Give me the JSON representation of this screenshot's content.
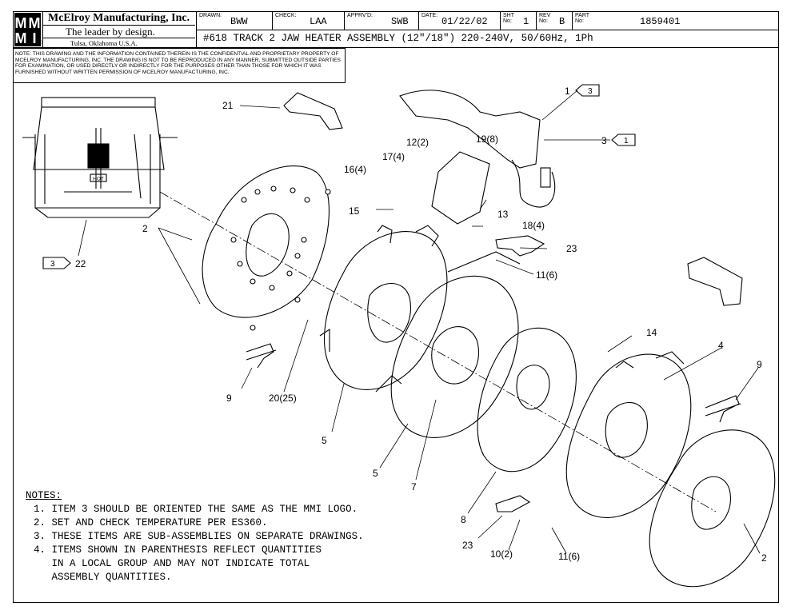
{
  "title_block": {
    "company": "McElroy Manufacturing, Inc.",
    "slogan": "The leader by design.",
    "location": "Tulsa, Oklahoma U.S.A.",
    "registered": "®",
    "logo_letters": [
      "M",
      "M",
      "M",
      "I"
    ],
    "drawn_label": "DRAWN:",
    "drawn": "BWW",
    "check_label": "CHECK:",
    "check": "LAA",
    "apprvd_label": "APPRV'D:",
    "apprvd": "SWB",
    "date_label": "DATE:",
    "date": "01/22/02",
    "sht_label": "SHT No:",
    "sht": "1",
    "rev_label": "REV No:",
    "rev": "B",
    "part_label": "PART No:",
    "part": "1859401",
    "description": "#618 TRACK 2 JAW HEATER ASSEMBLY (12\"/18\") 220-240V, 50/60Hz, 1Ph"
  },
  "notice": "NOTE: THIS DRAWING AND THE INFORMATION CONTAINED THEREIN IS THE CONFIDENTIAL AND PROPRIETARY PROPERTY OF McElroy Manufacturing, Inc. THE DRAWING IS NOT TO BE REPRODUCED IN ANY MANNER, SUBMITTED OUTSIDE PARTIES FOR EXAMINATION, OR USED DIRECTLY OR INDIRECTLY FOR THE PURPOSES OTHER THAN THOSE FOR WHICH IT WAS FURNISHED WITHOUT WRITTEN PERMISSION OF McElroy Manufacturing, Inc.",
  "callouts": {
    "c1": "1",
    "c1_flag": "3",
    "c3": "3",
    "c3_flag": "1",
    "c21": "21",
    "c19": "19(8)",
    "c12": "12(2)",
    "c17": "17(4)",
    "c16": "16(4)",
    "c15": "15",
    "c13": "13",
    "c18": "18(4)",
    "c23a": "23",
    "c11a": "11(6)",
    "c2a": "2",
    "c22": "22",
    "c22_flag": "3",
    "c14": "14",
    "c4": "4",
    "c9a": "9",
    "c9b": "9",
    "c20": "20(25)",
    "c5a": "5",
    "c5b": "5",
    "c7": "7",
    "c8": "8",
    "c23b": "23",
    "c10": "10(2)",
    "c11b": "11(6)",
    "c2b": "2"
  },
  "hot_label": "HOT",
  "notes": {
    "heading": "NOTES:",
    "n1": "1. ITEM 3 SHOULD BE ORIENTED THE SAME AS THE MMI LOGO.",
    "n2": "2. SET AND CHECK TEMPERATURE PER ES360.",
    "n3": "3. THESE ITEMS ARE SUB-ASSEMBLIES ON SEPARATE DRAWINGS.",
    "n4": "4. ITEMS SHOWN IN PARENTHESIS REFLECT QUANTITIES",
    "n4b": "   IN A LOCAL GROUP AND MAY NOT INDICATE TOTAL",
    "n4c": "   ASSEMBLY QUANTITIES."
  }
}
